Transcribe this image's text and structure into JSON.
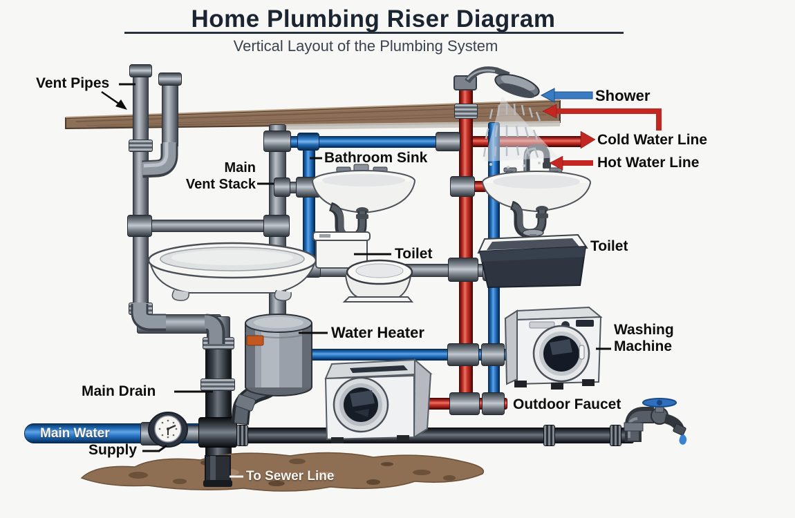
{
  "header": {
    "title": "Home Plumbing Riser Diagram",
    "subtitle": "Vertical Layout of the Plumbing System"
  },
  "labels": {
    "vent_pipes": "Vent Pipes",
    "main_vent_stack": [
      "Main",
      "Vent Stack"
    ],
    "bathroom_sink": "Bathroom Sink",
    "shower": "Shower",
    "cold_water_line": "Cold Water Line",
    "hot_water_line": "Hot Water Line",
    "toilet_left": "Toilet",
    "toilet_right": "Toilet",
    "water_heater": "Water Heater",
    "washing_machine": [
      "Washing",
      "Machine"
    ],
    "main_drain": "Main Drain",
    "main_water": "Main Water",
    "supply": "Supply",
    "to_sewer_line": "To Sewer Line",
    "outdoor_faucet": "Outdoor Faucet"
  },
  "colors": {
    "cold_water": "#1f6fc0",
    "hot_water": "#c32721",
    "drain_vent_gray": "#8a9199",
    "sewer_dark": "#3a4047",
    "roof_wood": "#8d6e57",
    "soil": "#8e6f54",
    "annotation_blue": "#3a7cc2",
    "annotation_red": "#c32721",
    "title_text": "#1b2431"
  }
}
